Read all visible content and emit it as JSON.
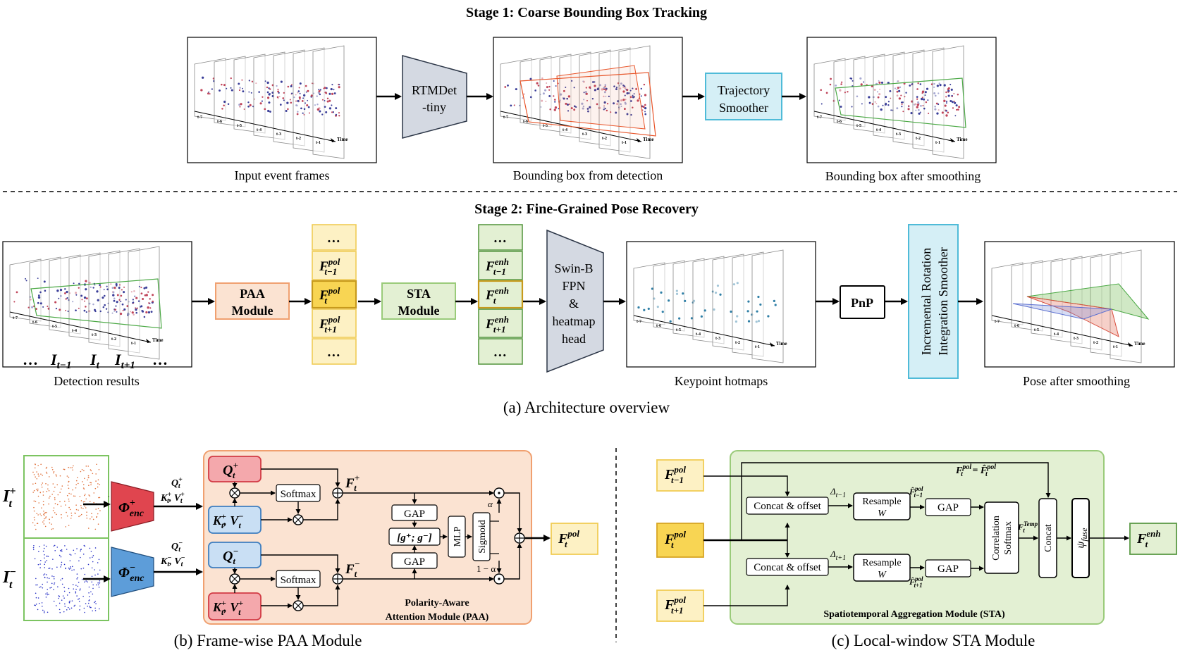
{
  "stage1": {
    "title": "Stage 1: Coarse Bounding Box Tracking",
    "input_label": "Input event frames",
    "detector": [
      "RTMDet",
      "-tiny"
    ],
    "detect_label": "Bounding box from detection",
    "smoother": [
      "Trajectory",
      "Smoother"
    ],
    "smooth_label": "Bounding box after smoothing",
    "frame_ticks": [
      "t-7",
      "t-6",
      "t-5",
      "t-4",
      "t-3",
      "t-2",
      "t-1"
    ],
    "axis_time": "Time"
  },
  "stage2": {
    "title": "Stage 2: Fine-Grained Pose Recovery",
    "detect_results_label": "Detection results",
    "frame_seq": {
      "dots": "…",
      "i_prev": "I",
      "i_prev_sub": "t−1",
      "i_cur": "I",
      "i_cur_sub": "t",
      "i_next": "I",
      "i_next_sub": "t+1"
    },
    "paa_module": [
      "PAA",
      "Module"
    ],
    "pol_stack": [
      {
        "text": "…"
      },
      {
        "text": "F",
        "sup": "pol",
        "sub": "t−1"
      },
      {
        "text": "F",
        "sup": "pol",
        "sub": "t"
      },
      {
        "text": "F",
        "sup": "pol",
        "sub": "t+1"
      },
      {
        "text": "…"
      }
    ],
    "sta_module": [
      "STA",
      "Module"
    ],
    "enh_stack": [
      {
        "text": "…"
      },
      {
        "text": "F",
        "sup": "enh",
        "sub": "t−1"
      },
      {
        "text": "F",
        "sup": "enh",
        "sub": "t"
      },
      {
        "text": "F",
        "sup": "enh",
        "sub": "t+1"
      },
      {
        "text": "…"
      }
    ],
    "backbone": [
      "Swin-B",
      "FPN",
      "&",
      "heatmap",
      "head"
    ],
    "hotmap_label": "Keypoint hotmaps",
    "pnp": "PnP",
    "rot_smoother": [
      "Incremental Rotation",
      "Integration Smoother"
    ],
    "pose_label": "Pose after smoothing"
  },
  "caption_a": "(a) Architecture overview",
  "paa": {
    "i_plus": "I",
    "i_plus_sup": "+",
    "i_plus_sub": "t",
    "i_minus": "I",
    "i_minus_sup": "−",
    "i_minus_sub": "t",
    "enc_plus": "Φ",
    "enc_plus_sup": "+",
    "enc_plus_sub": "enc",
    "enc_minus": "Φ",
    "enc_minus_sup": "−",
    "enc_minus_sub": "enc",
    "qkv_plus": [
      "Q",
      "+",
      "t",
      "K",
      "+",
      "t",
      ", V",
      "+",
      "t"
    ],
    "qkv_minus": [
      "Q",
      "−",
      "t",
      "K",
      "−",
      "t",
      ", V",
      "−",
      "t"
    ],
    "q_plus": "Q",
    "q_minus": "Q",
    "kv_minus": "K",
    "kv_plus": "K",
    "softmax": "Softmax",
    "f_plus": "F",
    "f_minus": "F",
    "gap": "GAP",
    "concat_g": "[g⁺; g⁻]",
    "mlp": "MLP",
    "sigmoid": "Sigmoid",
    "alpha": "α",
    "one_minus_alpha": "1 − α",
    "output": "F",
    "output_sup": "pol",
    "output_sub": "t",
    "module_name": [
      "Polarity-Aware",
      "Attention Module (PAA)"
    ]
  },
  "caption_b": "(b) Frame-wise PAA Module",
  "sta": {
    "in_prev": {
      "text": "F",
      "sup": "pol",
      "sub": "t−1"
    },
    "in_cur": {
      "text": "F",
      "sup": "pol",
      "sub": "t"
    },
    "in_next": {
      "text": "F",
      "sup": "pol",
      "sub": "t+1"
    },
    "eq_top": "F",
    "concat_offset": "Concat & offset",
    "delta_prev": "Δ",
    "delta_prev_sub": "t−1",
    "delta_next": "Δ",
    "delta_next_sub": "t+1",
    "resample": "Resample",
    "w": "W",
    "fhat_prev_sub": "t−1",
    "fhat_next_sub": "t+1",
    "gap": "GAP",
    "corr_softmax": [
      "Correlation",
      "Softmax"
    ],
    "f_temp": "F",
    "f_temp_sup": "Temp",
    "f_temp_sub": "t",
    "concat": "Concat",
    "psi": "ψ",
    "psi_sub": "fuse",
    "output": "F",
    "output_sup": "enh",
    "output_sub": "t",
    "module_name": "Spatiotemporal Aggregation Module (STA)"
  },
  "caption_c": "(c) Local-window STA Module",
  "colors": {
    "paa_fill": "#fbe3d2",
    "paa_stroke": "#f0a070",
    "sta_fill": "#e3f0d3",
    "sta_stroke": "#9acb7a",
    "pol_fill": "#fdf1c4",
    "pol_stroke": "#f0cc55",
    "pol_cur": "#f8d553",
    "enh_fill": "#e3f0d3",
    "enh_stroke": "#5b9a46",
    "cyan_fill": "#d5eff6",
    "cyan_stroke": "#4fbbd8",
    "trap_fill": "#d4d9e2",
    "trap_stroke": "#2c3647",
    "red_fill": "#f4a8ac",
    "red_stroke": "#d23b45",
    "blue_fill": "#c9dff4",
    "blue_stroke": "#3f7fc0",
    "enc_plus_fill": "#e0454f",
    "enc_minus_fill": "#5d9dd9"
  }
}
